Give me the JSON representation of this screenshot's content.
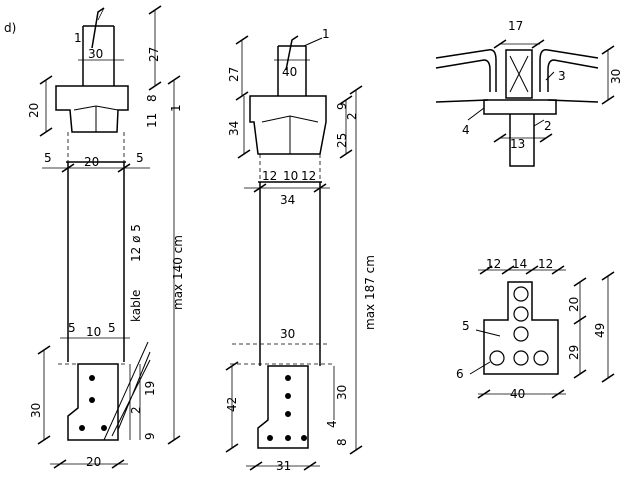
{
  "figure": {
    "panel_label": "d)"
  },
  "left_column": {
    "marker_1": "1",
    "top_width": "30",
    "top_height": "27",
    "head_height": "20",
    "dim_8": "8",
    "dim_11": "11",
    "dim_1": "1",
    "side_5_left": "5",
    "body_width": "20",
    "side_5_right": "5",
    "cable_label": "kable",
    "cable_spec": "12 ø 5",
    "length_label": "max 140 cm",
    "bottom_5a": "5",
    "bottom_10": "10",
    "bottom_5b": "5",
    "foot_height": "30",
    "foot_19": "19",
    "foot_2": "2",
    "foot_9": "9",
    "foot_width": "20"
  },
  "middle_column": {
    "marker_1": "1",
    "top_height": "27",
    "top_width": "40",
    "head_height": "34",
    "dim_9": "9",
    "dim_2": "2",
    "dim_25": "25",
    "w_12a": "12",
    "w_10": "10",
    "w_12b": "12",
    "body_width": "34",
    "length_label": "max 187 cm",
    "lower_width": "30",
    "foot_height": "42",
    "foot_30": "30",
    "foot_4": "4",
    "foot_8": "8",
    "foot_width": "31"
  },
  "top_right_section": {
    "dim_17": "17",
    "marker_3": "3",
    "dim_30": "30",
    "marker_4": "4",
    "marker_2": "2",
    "dim_13": "13"
  },
  "bottom_right_section": {
    "w_12a": "12",
    "w_14": "14",
    "w_12b": "12",
    "dim_20": "20",
    "dim_49": "49",
    "marker_5": "5",
    "dim_29": "29",
    "marker_6": "6",
    "width_40": "40"
  }
}
